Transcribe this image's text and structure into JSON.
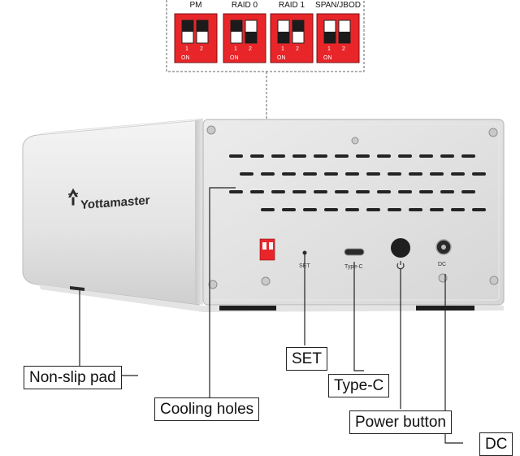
{
  "dip_modes": [
    {
      "label": "PM",
      "switch": [
        "up",
        "up"
      ]
    },
    {
      "label": "RAID 0",
      "switch": [
        "up",
        "down"
      ]
    },
    {
      "label": "RAID 1",
      "switch": [
        "down",
        "up"
      ]
    },
    {
      "label": "SPAN/JBOD",
      "switch": [
        "down",
        "down"
      ]
    }
  ],
  "dip_marks": {
    "one": "1",
    "two": "2",
    "on": "ON"
  },
  "brand": "Yottamaster",
  "port_labels": {
    "set": "SET",
    "typec": "Type-C",
    "dc": "DC"
  },
  "callouts": {
    "non_slip_pad": "Non-slip pad",
    "cooling_holes": "Cooling holes",
    "set": "SET",
    "type_c": "Type-C",
    "power_button": "Power button",
    "dc": "DC"
  },
  "colors": {
    "dip_red": "#e8262a",
    "aluminum": "#dcdcdc",
    "line": "#222222"
  }
}
